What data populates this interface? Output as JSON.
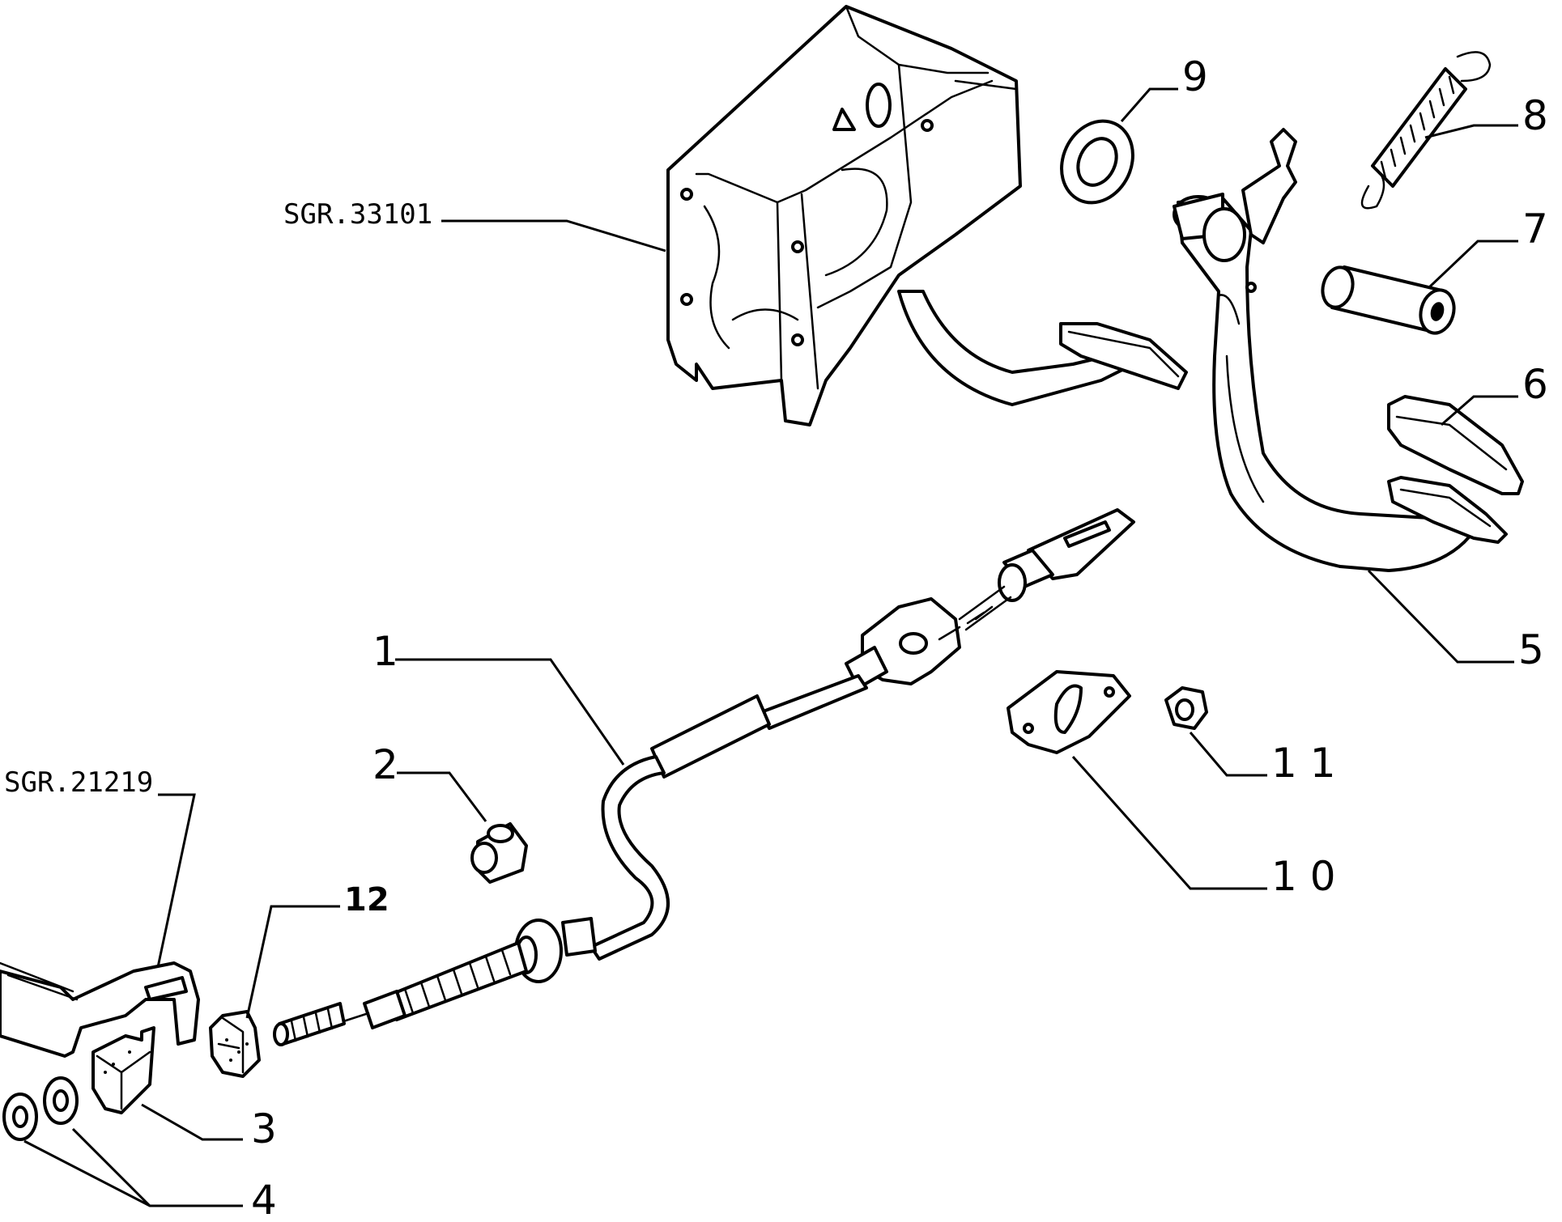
{
  "refs": {
    "pedal_bracket": "SGR.33101",
    "body_bracket": "SGR.21219"
  },
  "callouts": {
    "c1": "1",
    "c2": "2",
    "c3": "3",
    "c4": "4",
    "c5": "5",
    "c6": "6",
    "c7": "7",
    "c8": "8",
    "c9": "9",
    "c10": "1 0",
    "c11": "1 1",
    "c12": "12"
  }
}
